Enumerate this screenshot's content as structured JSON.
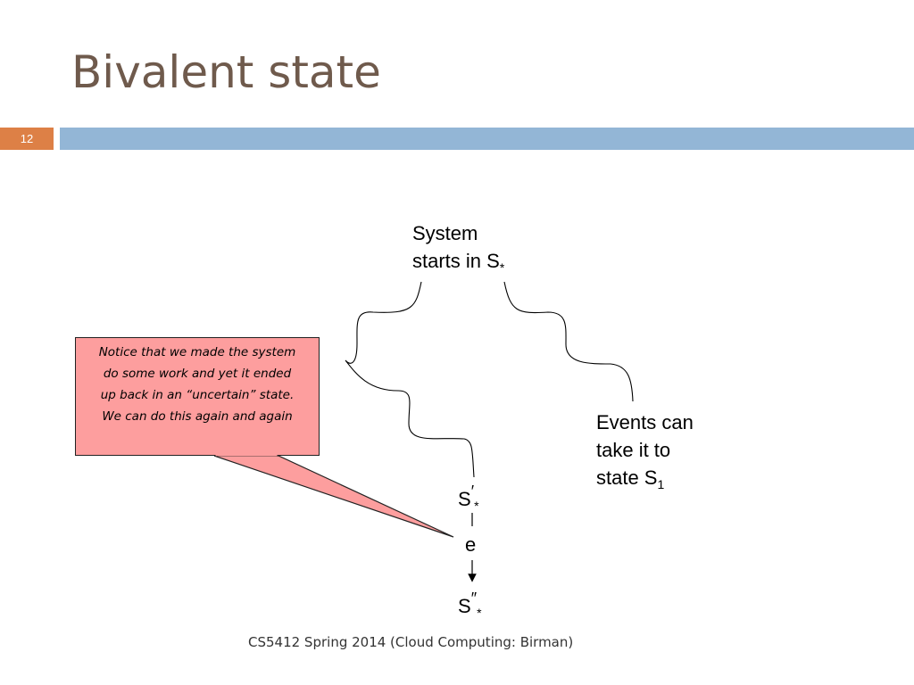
{
  "slide": {
    "title": "Bivalent state",
    "number": "12",
    "footer": "CS5412 Spring 2014 (Cloud Computing: Birman)"
  },
  "colors": {
    "title": "#6f5a4c",
    "number_box": "#dd8046",
    "header_bar": "#93b6d6",
    "callout_fill": "#fd9e9e"
  },
  "diagram": {
    "start_line1": "System",
    "start_line2": "starts in S",
    "start_sub": "*",
    "events_line1": "Events can",
    "events_line2": "take it to",
    "events_line3": "state S",
    "events_sub": "1",
    "s_prime_base": "S",
    "s_prime_mark": "′",
    "s_prime_sub": "*",
    "event_label": "e",
    "s_dprime_base": "S",
    "s_dprime_mark": "″",
    "s_dprime_sub": "*"
  },
  "callout": {
    "text_line1": "Notice that we made the system",
    "text_line2": "do some work and yet it ended",
    "text_line3": "up back in an “uncertain” state.",
    "text_line4": "We can do this again and again"
  }
}
